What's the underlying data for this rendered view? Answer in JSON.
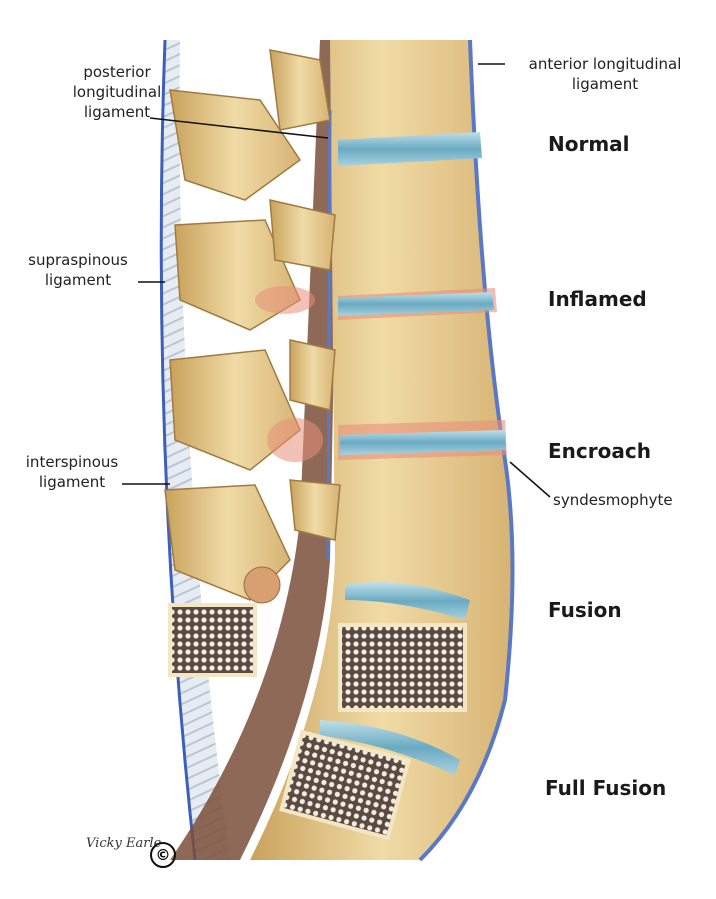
{
  "labels": {
    "posterior_ll": [
      "posterior",
      "longitudinal",
      "ligament"
    ],
    "supraspinous": [
      "supraspinous",
      "ligament"
    ],
    "interspinous": [
      "interspinous",
      "ligament"
    ],
    "anterior_ll": [
      "anterior longitudinal",
      "ligament"
    ],
    "syndesmophyte": "syndesmophyte"
  },
  "stages": [
    "Normal",
    "Inflamed",
    "Encroach",
    "Fusion",
    "Full Fusion"
  ],
  "signature": "Vicky Earle",
  "copyright": "©",
  "colors": {
    "bone": "#e8cf96",
    "disc": "#7ab8cc",
    "inflamed": "#e8907a",
    "ligament": "#5a78c8"
  }
}
